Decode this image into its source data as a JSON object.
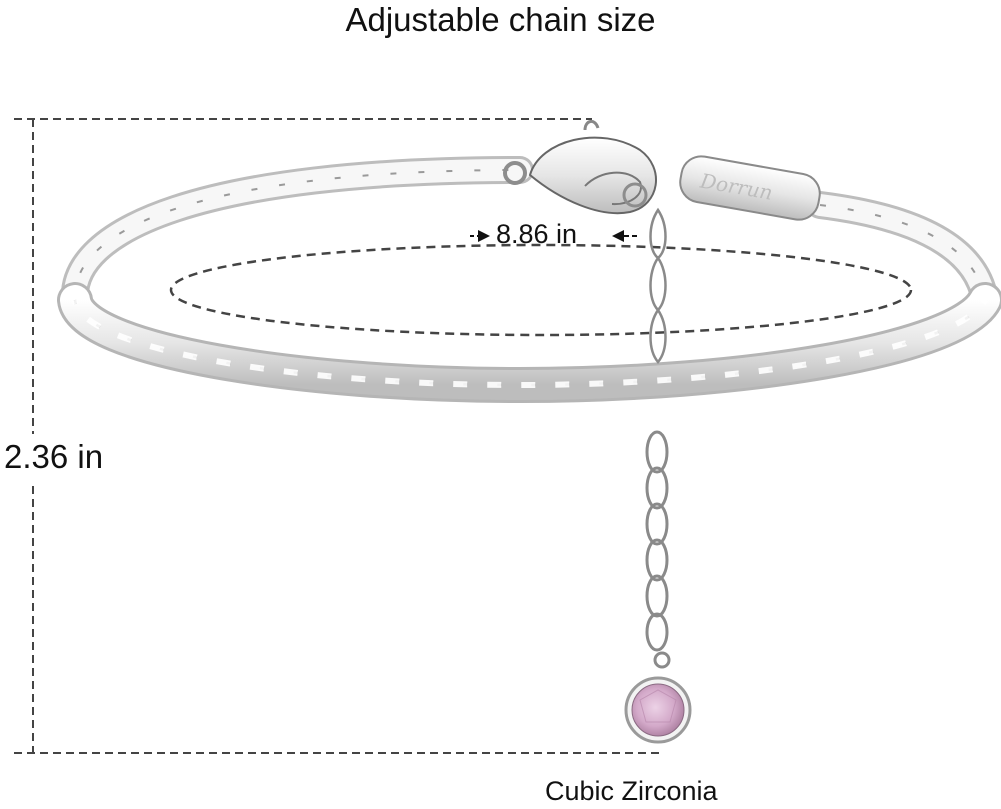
{
  "title": "Adjustable chain size",
  "dimensions": {
    "width_label": "8.86 in",
    "height_label": "2.36 in"
  },
  "callouts": {
    "stone_label": "Cubic Zirconia",
    "tag_engraving": "Dorrun"
  },
  "colors": {
    "text": "#111111",
    "dash": "#444444",
    "silver_light": "#f4f4f4",
    "silver_mid": "#cfcfcf",
    "silver_dark": "#8a8a8a",
    "stone": "#d9b3d1",
    "stone_dark": "#b58aa9"
  }
}
